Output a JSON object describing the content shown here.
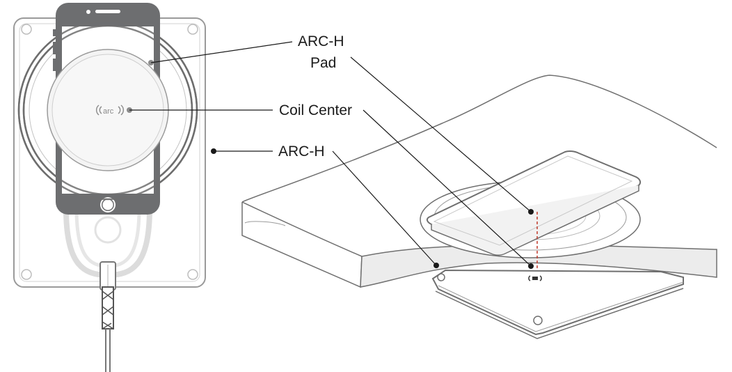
{
  "labels": {
    "pad_line1": "ARC-H",
    "pad_line2": "Pad",
    "coil_center": "Coil Center",
    "arc_h": "ARC-H"
  },
  "product_logo": "arc",
  "colors": {
    "phone_body": "#6d6e70",
    "phone_screen": "#ffffff",
    "outline": "#8a8a8a",
    "leader": "#1a1a1a",
    "dashed_axis": "#c0392b"
  }
}
